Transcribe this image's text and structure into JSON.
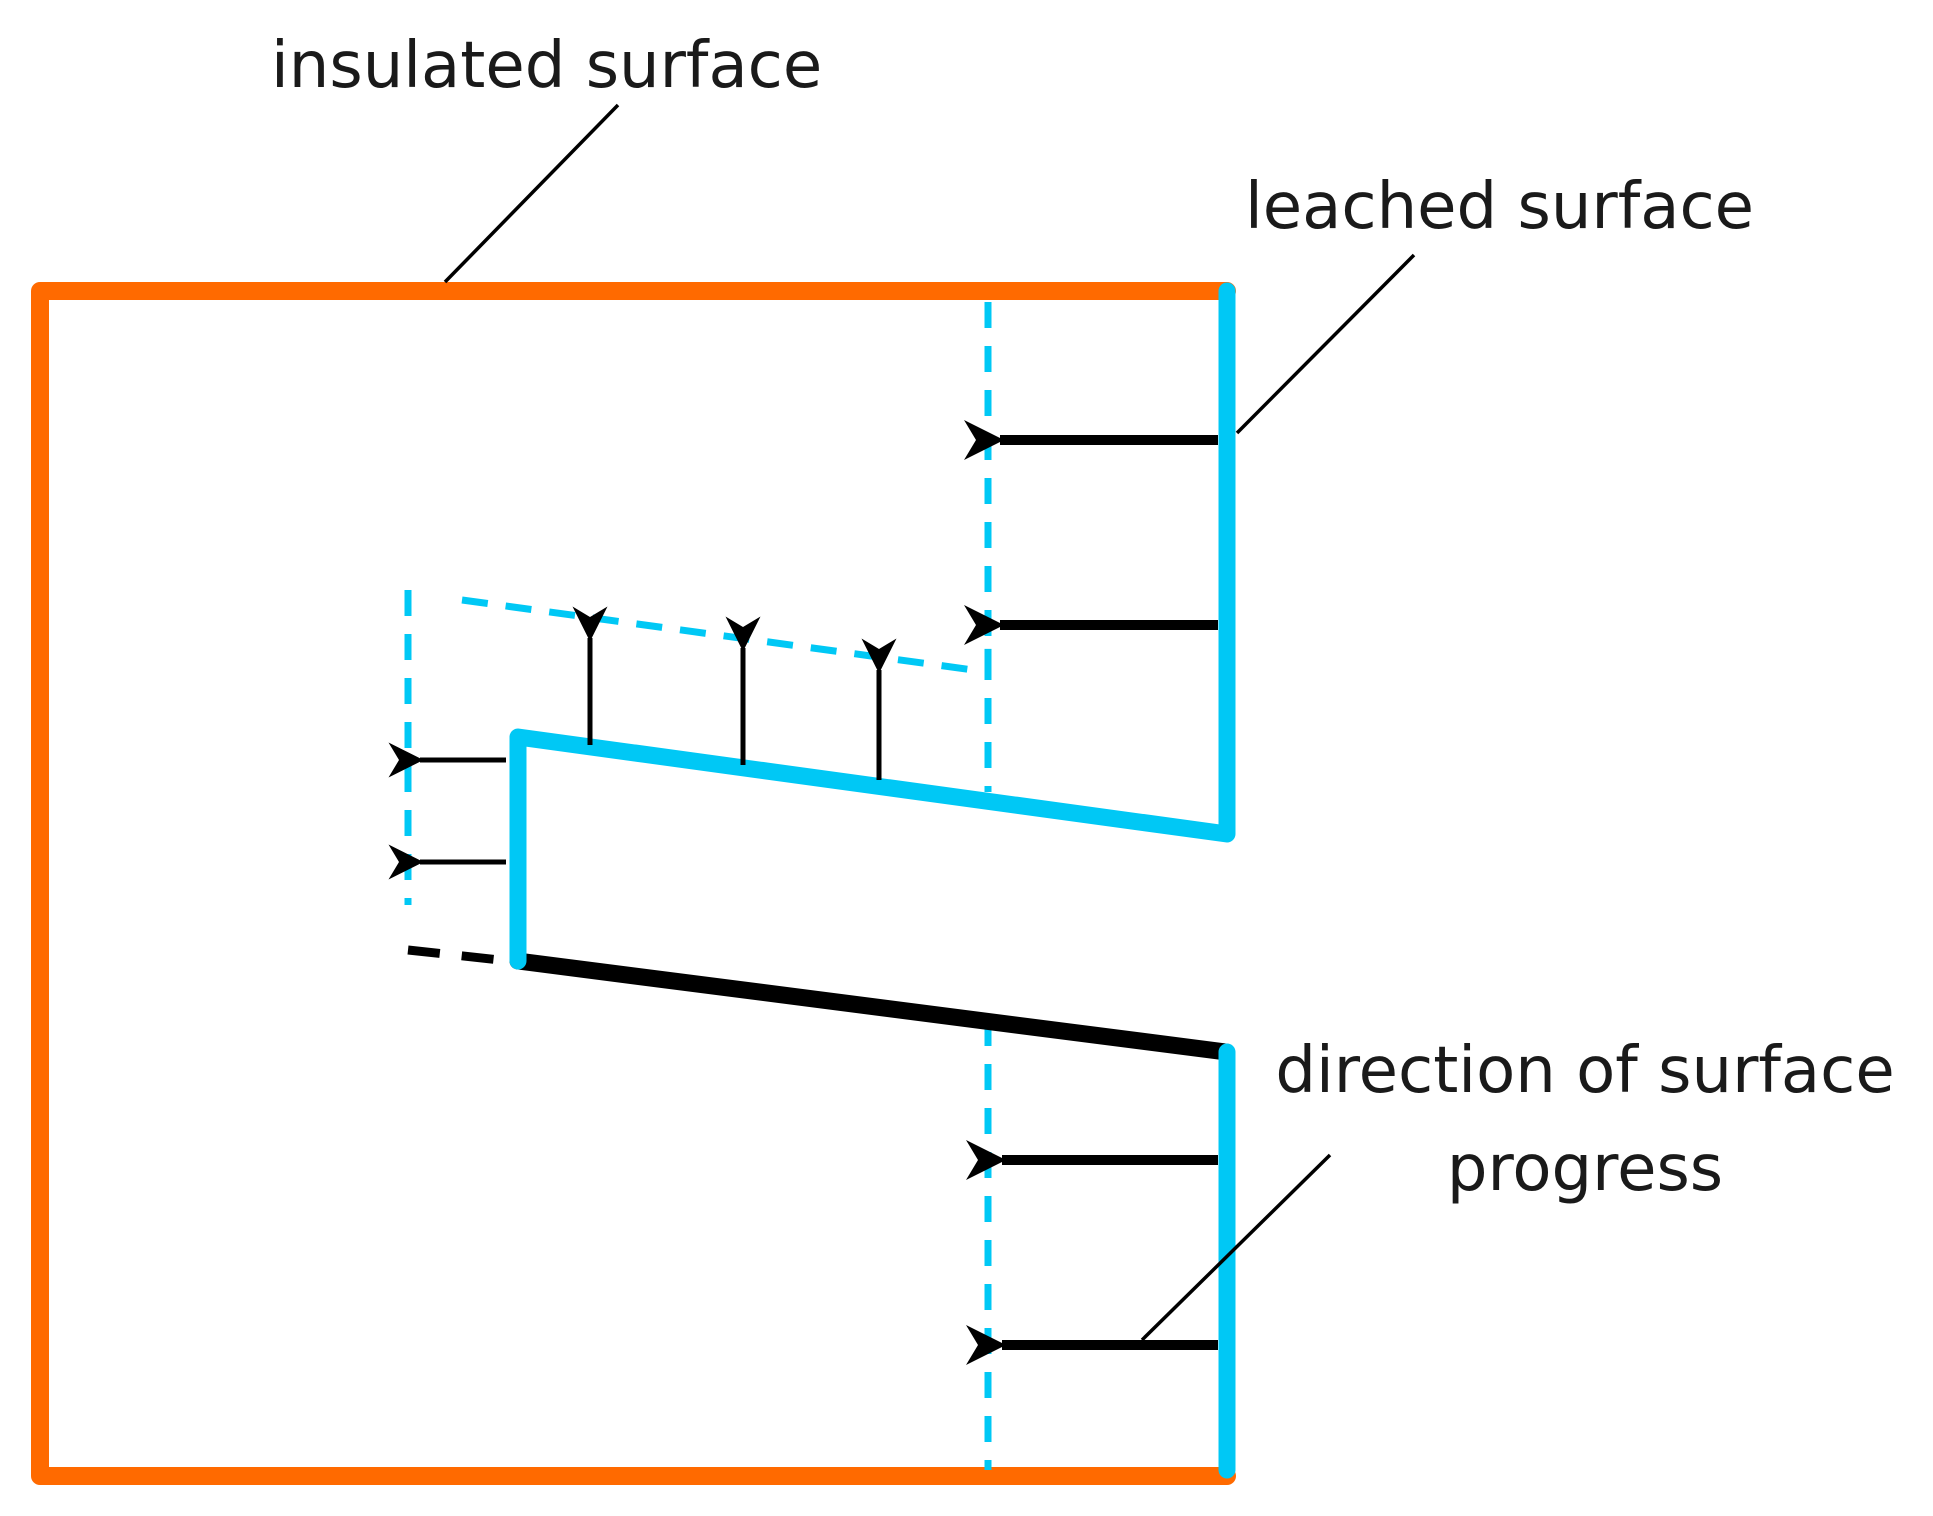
{
  "labels": {
    "insulated_surface": "insulated surface",
    "leached_surface": "leached surface",
    "direction_line1": "direction of surface",
    "direction_line2": "progress"
  },
  "colors": {
    "insulated": "#ff6a00",
    "leached": "#00c8f5",
    "arrow": "#000000",
    "unleached": "#000000",
    "leader": "#000000",
    "background": "#ffffff"
  }
}
